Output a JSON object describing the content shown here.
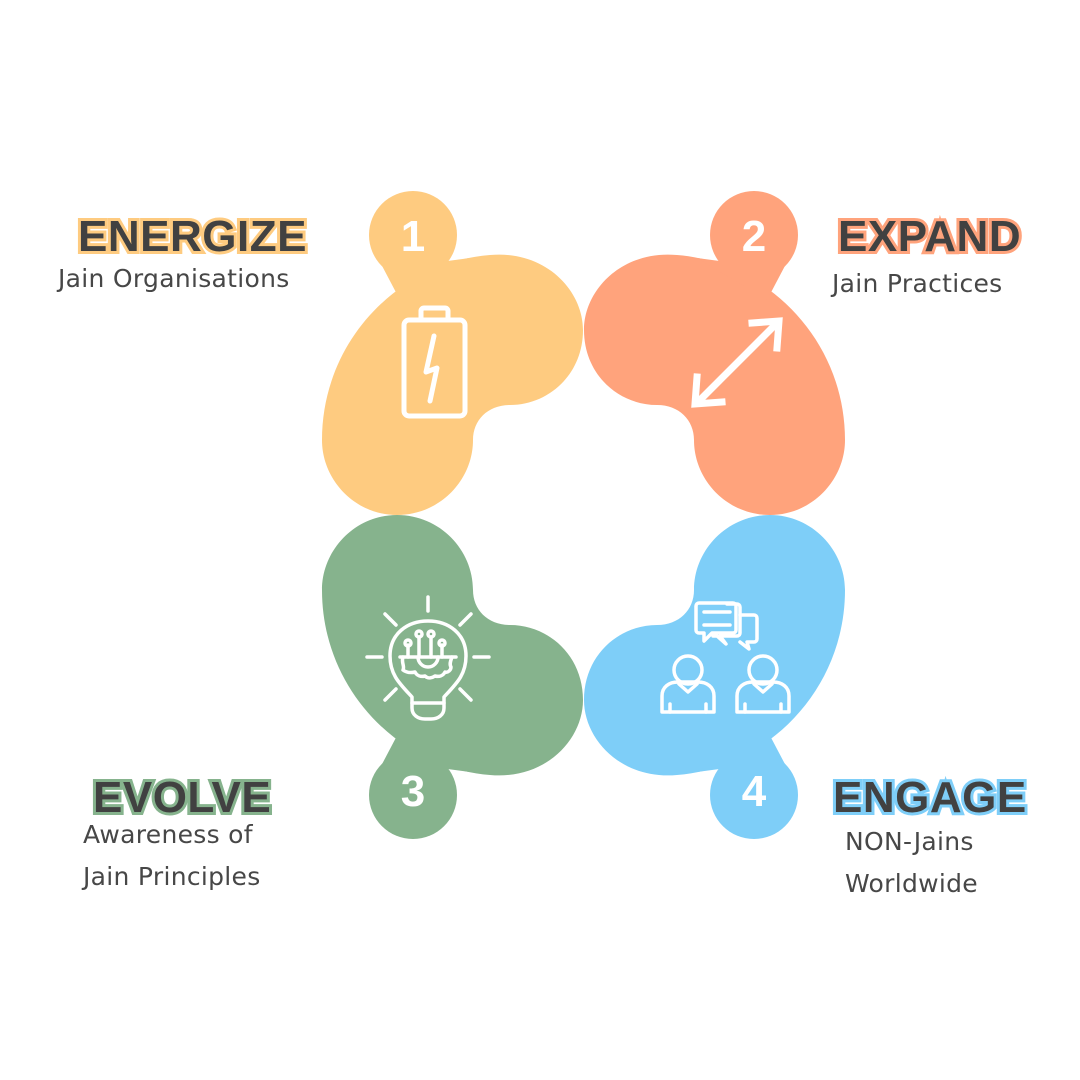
{
  "colors": {
    "energize": "#FECB80",
    "expand": "#FFA37C",
    "evolve": "#86B38D",
    "engage": "#7ECEF8",
    "text": "#414141"
  },
  "steps": [
    {
      "number": "1",
      "title": "ENERGIZE",
      "subtitle_lines": [
        "Jain Organisations"
      ],
      "icon": "battery-icon"
    },
    {
      "number": "2",
      "title": "EXPAND",
      "subtitle_lines": [
        "Jain Practices"
      ],
      "icon": "expand-arrows-icon"
    },
    {
      "number": "3",
      "title": "EVOLVE",
      "subtitle_lines": [
        "Awareness of",
        "Jain Principles"
      ],
      "icon": "lightbulb-gear-icon"
    },
    {
      "number": "4",
      "title": "ENGAGE",
      "subtitle_lines": [
        "NON-Jains",
        "Worldwide"
      ],
      "icon": "people-chat-icon"
    }
  ]
}
